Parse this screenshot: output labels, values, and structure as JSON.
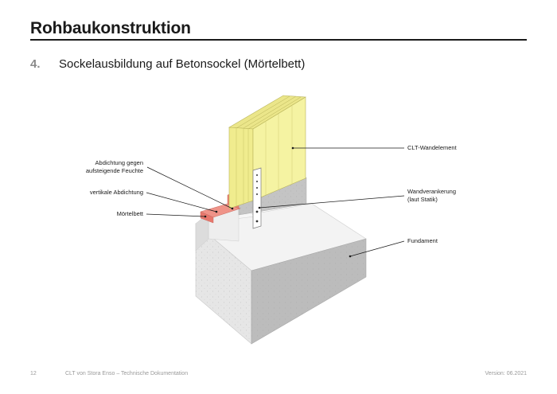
{
  "header": {
    "title": "Rohbaukonstruktion",
    "section_number": "4.",
    "section_title": "Sockelausbildung auf Betonsockel (Mörtelbett)"
  },
  "diagram": {
    "labels": {
      "abdichtung_feuchte_line1": "Abdichtung gegen",
      "abdichtung_feuchte_line2": "aufsteigende Feuchte",
      "vertikale_abdichtung": "vertikale Abdichtung",
      "moertelbett": "Mörtelbett",
      "clt_wandelement": "CLT-Wandelement",
      "wandverankerung_line1": "Wandverankerung",
      "wandverankerung_line2": "(laut Statik)",
      "fundament": "Fundament"
    },
    "colors": {
      "clt_wood": "#f3f19a",
      "clt_edge": "#d9d56a",
      "concrete_top": "#f2f2f2",
      "concrete_side": "#bdbdbd",
      "concrete_front": "#e4e4e4",
      "sealing": "#e8857a",
      "anchor": "#ffffff"
    }
  },
  "footer": {
    "page_number": "12",
    "document": "CLT von Stora Enso – Technische Dokumentation",
    "version": "Version: 06.2021"
  }
}
